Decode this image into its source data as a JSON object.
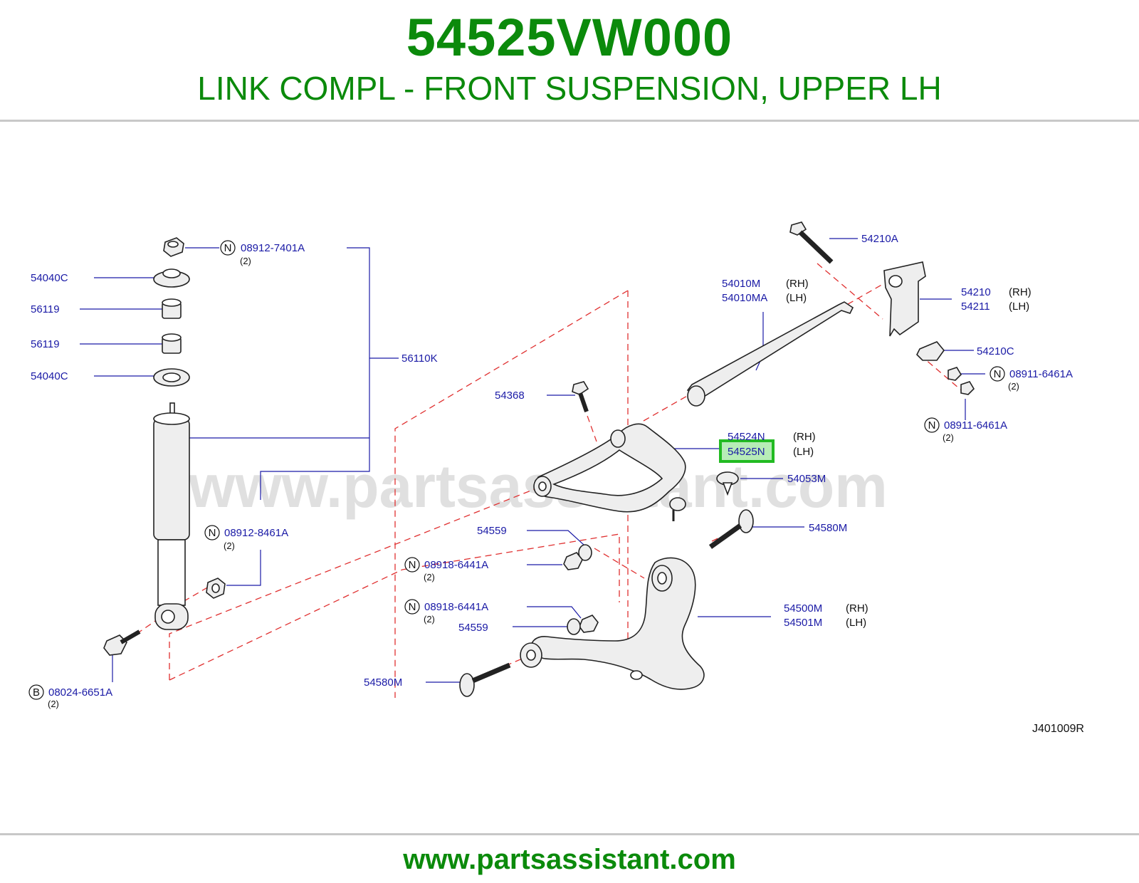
{
  "header": {
    "part_number": "54525VW000",
    "description": "LINK COMPL - FRONT SUSPENSION, UPPER LH"
  },
  "footer": {
    "url": "www.partsassistant.com"
  },
  "watermark": "www.partsassistant.com",
  "diagram_code": "J401009R",
  "colors": {
    "brand_green": "#0b8a0b",
    "label_blue": "#1a1aa6",
    "dash_red": "#e03030",
    "highlight": "#22bb22"
  },
  "labels": {
    "p_08912_7401A": "08912-7401A",
    "p_08912_7401A_qty": "(2)",
    "p_54040C_a": "54040C",
    "p_56119_a": "56119",
    "p_56119_b": "56119",
    "p_54040C_b": "54040C",
    "p_56110K": "56110K",
    "p_08912_8461A": "08912-8461A",
    "p_08912_8461A_qty": "(2)",
    "p_08024_6651A": "08024-6651A",
    "p_08024_6651A_qty": "(2)",
    "p_54368": "54368",
    "p_54010M": "54010M",
    "p_54010MA": "54010MA",
    "p_54210A": "54210A",
    "p_54210": "54210",
    "p_54211": "54211",
    "p_54210C": "54210C",
    "p_08911_6461A_a": "08911-6461A",
    "p_08911_6461A_a_qty": "(2)",
    "p_08911_6461A_b": "08911-6461A",
    "p_08911_6461A_b_qty": "(2)",
    "p_54524N": "54524N",
    "p_54525N": "54525N",
    "p_54053M": "54053M",
    "p_54559_a": "54559",
    "p_08918_6441A_a": "08918-6441A",
    "p_08918_6441A_a_qty": "(2)",
    "p_08918_6441A_b": "08918-6441A",
    "p_08918_6441A_b_qty": "(2)",
    "p_54559_b": "54559",
    "p_54580M_a": "54580M",
    "p_54580M_b": "54580M",
    "p_54500M": "54500M",
    "p_54501M": "54501M",
    "rh": "(RH)",
    "lh": "(LH)",
    "prefix_n": "N",
    "prefix_b": "B"
  }
}
